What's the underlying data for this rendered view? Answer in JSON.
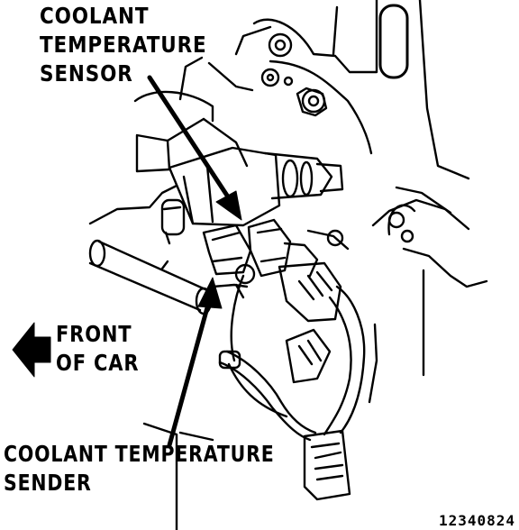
{
  "labels": {
    "sensor": {
      "line1": "COOLANT",
      "line2": "TEMPERATURE",
      "line3": "SENSOR"
    },
    "front": {
      "line1": "FRONT",
      "line2": "OF CAR"
    },
    "sender": {
      "line1": "COOLANT TEMPERATURE",
      "line2": "SENDER"
    }
  },
  "figure_number": "12340824",
  "colors": {
    "ink": "#000000",
    "paper": "#ffffff"
  },
  "icons": [
    "front-of-car-arrow-icon",
    "sensor-pointer-arrow",
    "sender-pointer-arrow"
  ]
}
